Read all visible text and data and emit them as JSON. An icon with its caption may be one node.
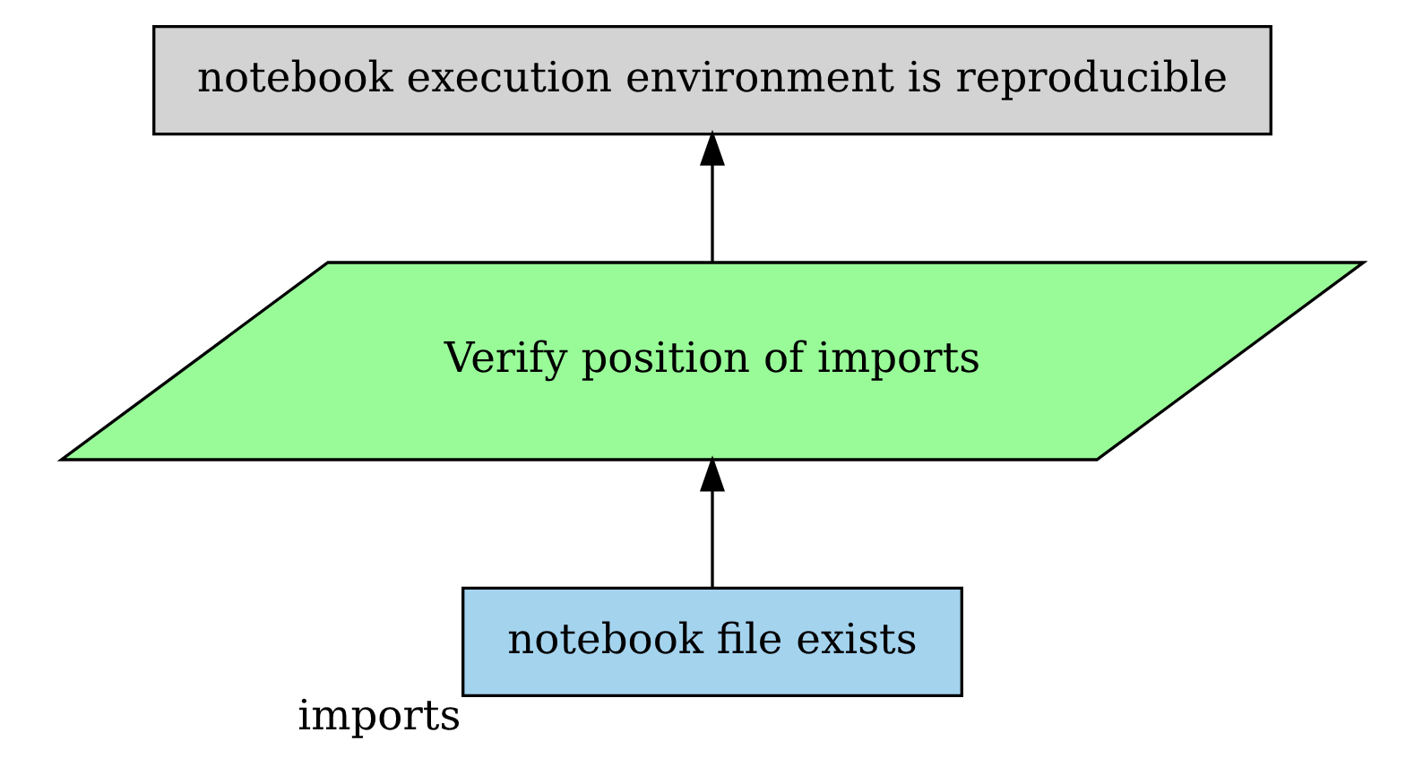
{
  "diagram": {
    "nodes": [
      {
        "text": [
          "notebook execution environment is reproducible"
        ]
      },
      {
        "text": [
          "Verify position of imports"
        ]
      },
      {
        "text": [
          "notebook file exists"
        ],
        "beside": [
          "imports"
        ]
      }
    ],
    "edges": [
      {
        "from": 2,
        "to": 1,
        "arrow": "to"
      },
      {
        "from": 1,
        "to": 0,
        "arrow": "to"
      }
    ]
  }
}
